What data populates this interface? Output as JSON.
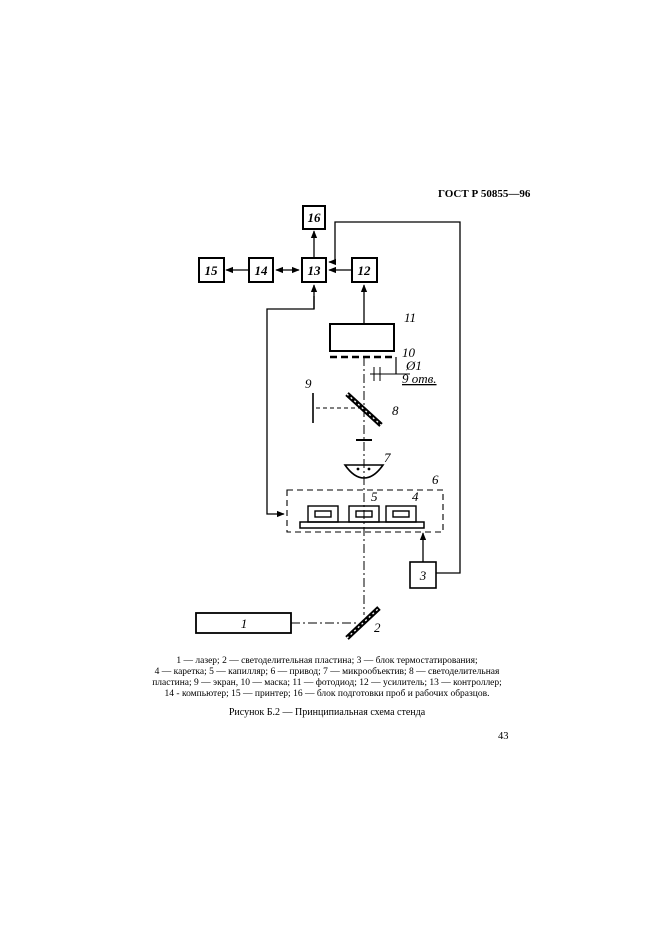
{
  "header": {
    "standard": "ГОСТ Р 50855—96"
  },
  "diagram": {
    "blocks": {
      "b1": "1",
      "b3": "3",
      "b12": "12",
      "b13": "13",
      "b14": "14",
      "b15": "15",
      "b16": "16"
    },
    "labels": {
      "l2": "2",
      "l4": "4",
      "l5": "5",
      "l6": "6",
      "l7": "7",
      "l8": "8",
      "l9": "9",
      "l10": "10",
      "l11": "11",
      "phi": "Ø1",
      "holes": "9 отв."
    }
  },
  "legend": {
    "line1": "1 — лазер; 2 — светоделительная пластина; 3 — блок термостатирования;",
    "line2": "4 — каретка; 5 — капилляр; 6 — привод; 7 — микрообъектив; 8 — светоделительная",
    "line3": "пластина; 9 — экран, 10 — маска; 11 — фотодиод; 12 — усилитель; 13 — контроллер;",
    "line4": "14 - компьютер; 15 — принтер; 16 — блок подготовки проб и рабочих образцов."
  },
  "caption": "Рисунок Б.2 — Принципиальная схема стенда",
  "page_number": "43"
}
